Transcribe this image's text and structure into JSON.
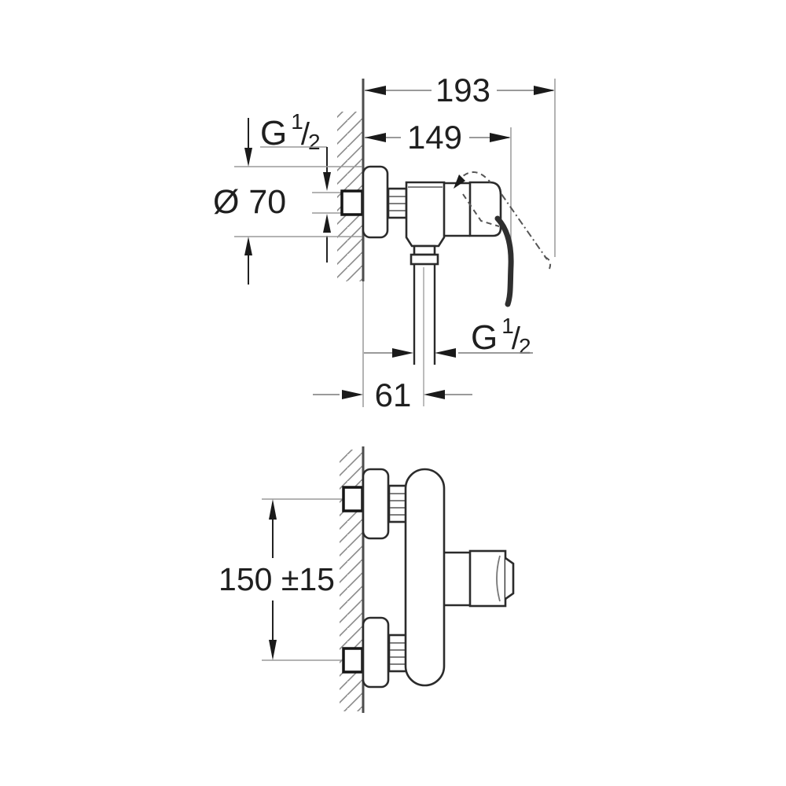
{
  "drawing": {
    "type": "technical-dimension-drawing",
    "annotations": {
      "depth_total": "193",
      "depth_to_handle": "149",
      "inlet_thread": {
        "letter": "G",
        "numerator": "1",
        "slash": "/",
        "denominator": "2"
      },
      "escutcheon_diameter": "Ø 70",
      "outlet_thread": {
        "letter": "G",
        "numerator": "1",
        "slash": "/",
        "denominator": "2"
      },
      "outlet_wall_offset": "61",
      "inlet_center_distance": "150 ±15"
    },
    "colors": {
      "background": "#ffffff",
      "object_outline": "#2b2b2b",
      "fitting_outline": "#151515",
      "dimension_line": "#8c8c8c",
      "extension_line": "#9a9a9a",
      "arrowhead": "#1a1a1a",
      "hatch": "#8a8a8a",
      "text": "#1f1f1f"
    }
  }
}
